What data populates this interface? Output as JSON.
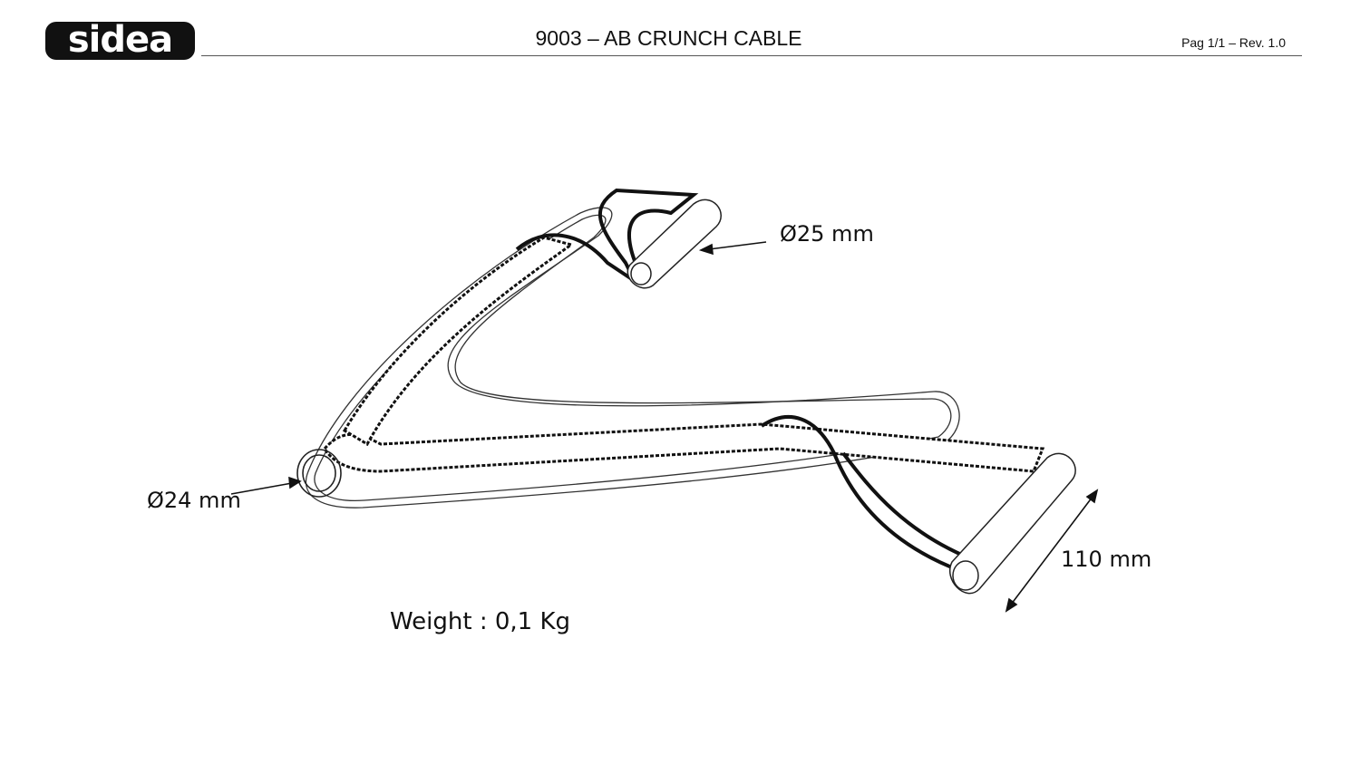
{
  "header": {
    "logo": "sidea",
    "title": "9003 – AB CRUNCH CABLE",
    "page": "Pag 1/1 – Rev. 1.0"
  },
  "drawing": {
    "dim_handle_diameter": "Ø25 mm",
    "dim_ring_diameter": "Ø24 mm",
    "dim_handle_length": "110 mm",
    "weight": "Weight : 0,1 Kg"
  }
}
